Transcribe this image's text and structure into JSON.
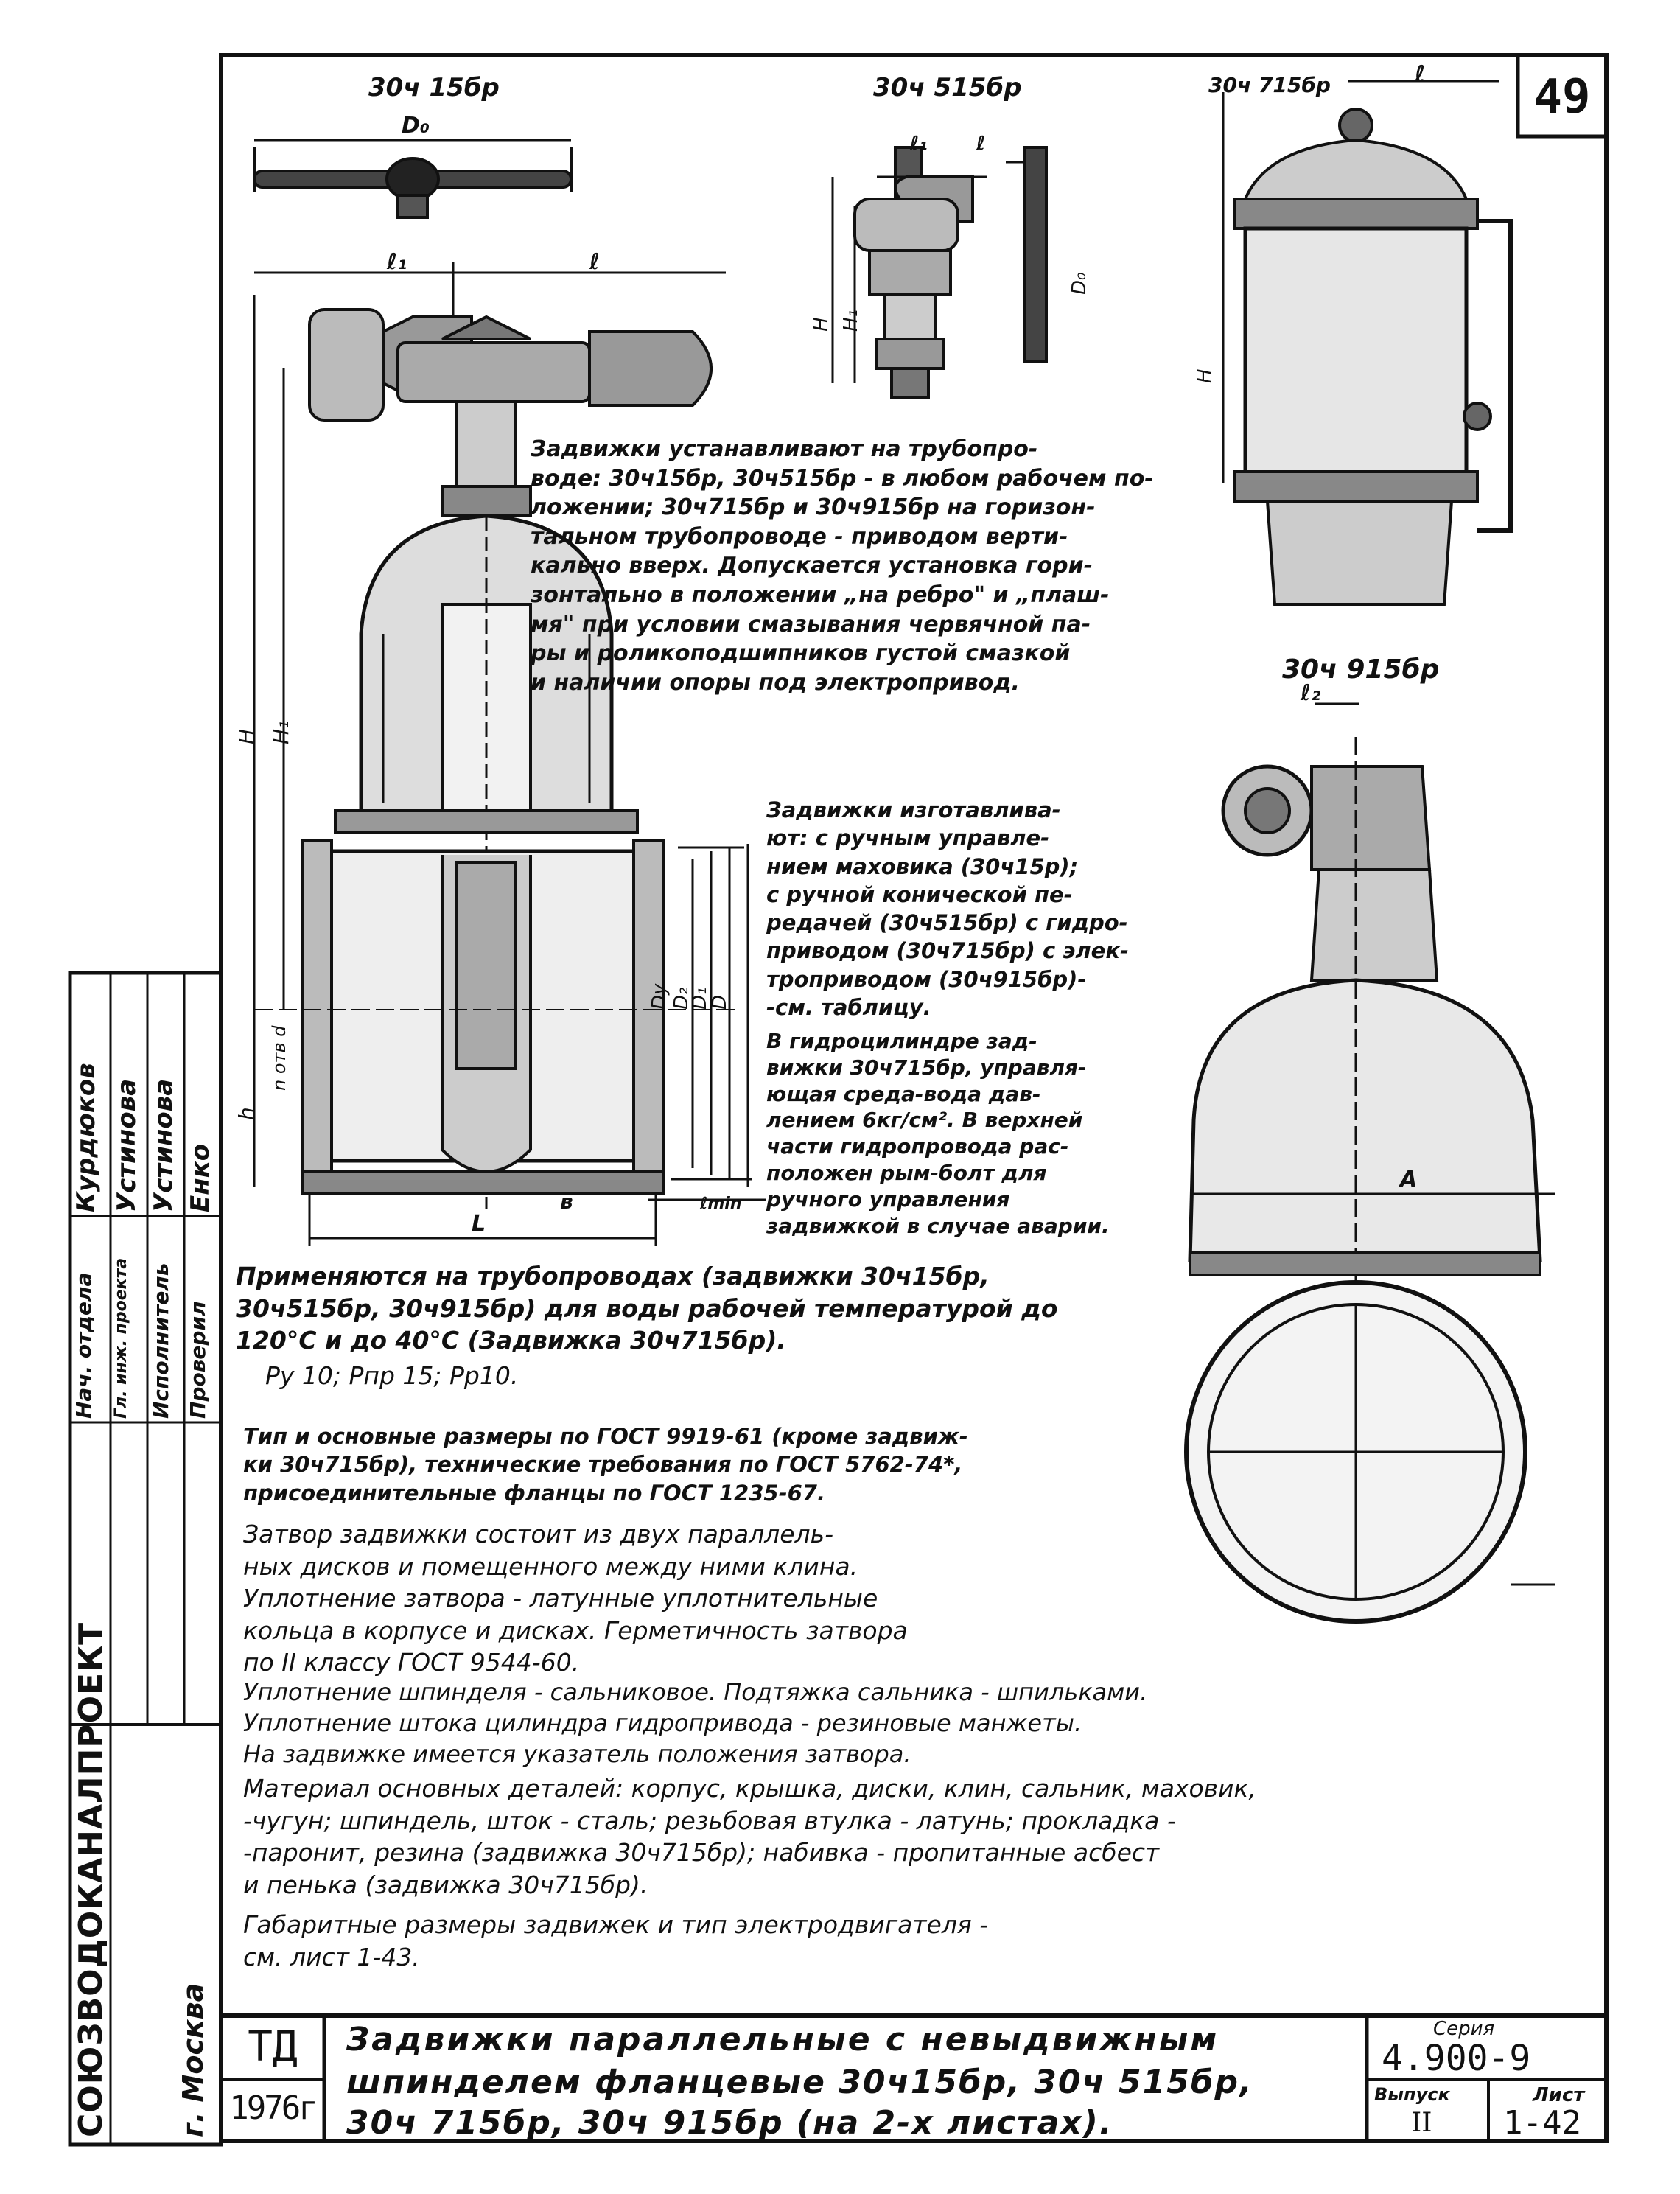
{
  "sheet_number": "49",
  "views": {
    "v1_title": "30ч 15бр",
    "v2_title": "30ч 515бр",
    "v3_title": "30ч 715бр",
    "v4_title": "30ч 915бр"
  },
  "dims": {
    "D0": "D₀",
    "l": "ℓ",
    "l1": "ℓ₁",
    "l2": "ℓ₂",
    "H": "H",
    "H1": "H₁",
    "h": "h",
    "L": "L",
    "b": "в",
    "lmin": "ℓmin",
    "A": "A",
    "Dy": "Dy",
    "D2": "D₂",
    "D1": "D₁",
    "D": "D",
    "n_holes": "n отв d"
  },
  "text": {
    "install": "Задвижки устанавливают на трубопро-\nводе: 30ч15бр, 30ч515бр - в любом рабочем по-\nложении; 30ч715бр и 30ч915бр на горизон-\nтальном трубопроводе - приводом верти-\nкально вверх. Допускается установка гори-\nзонтально в положении „на ребро\" и „плаш-\nмя\" при условии смазывания червячной па-\nры и роликоподшипников густой смазкой\nи наличии опоры под электропривод.",
    "manufacture": "Задвижки изготавлива-\nют: с ручным управле-\nнием маховика (30ч15р);\nс ручной конической пе-\nредачей (30ч515бр) с гидро-\nприводом (30ч715бр) с элек-\nтроприводом (30ч915бр)-\n-см. таблицу.",
    "hydro": "В гидроцилиндре зад-\nвижки 30ч715бр, управля-\nющая среда-вода дав-\nлением 6кг/см². В верхней\nчасти гидропровода рас-\nположен рым-болт для\nручного управления\nзадвижкой в случае аварии.",
    "apply": "Применяются на трубопроводах (задвижки 30ч15бр,\n30ч515бр, 30ч915бр) для воды рабочей температурой до\n120°С и до 40°С (Задвижка 30ч715бр).",
    "pressure": "Ру 10; Рпр 15; Рр10.",
    "gost": "Тип и основные размеры по ГОСТ 9919-61 (кроме задвиж-\nки 30ч715бр), технические требования по ГОСТ 5762-74*,\nприсоединительные фланцы по ГОСТ 1235-67.",
    "gate": "Затвор задвижки состоит из двух параллель-\nных дисков и помещенного между ними клина.\nУплотнение затвора - латунные уплотнительные\nкольца в корпусе и дисках. Герметичность затвора\nпо II классу ГОСТ 9544-60.",
    "seal": "Уплотнение шпинделя - сальниковое. Подтяжка сальника - шпильками.\nУплотнение штока цилиндра гидропривода - резиновые манжеты.\nНа задвижке имеется указатель положения затвора.",
    "material": "Материал основных деталей: корпус, крышка, диски, клин, сальник, маховик,\n-чугун; шпиндель, шток - сталь; резьбовая втулка - латунь; прокладка -\n-паронит, резина (задвижка 30ч715бр); набивка - пропитанные асбест\nи пенька (задвижка 30ч715бр).",
    "dims_ref": "Габаритные размеры задвижек и тип электродвигателя -\nсм. лист 1-43."
  },
  "side_stamp": {
    "roles": [
      "Нач. отдела",
      "Гл. инж. проекта",
      "Исполнитель",
      "Проверил"
    ],
    "names": [
      "Курдюков",
      "Устинова",
      "Устинова",
      "Енко"
    ],
    "org": "СОЮЗВОДОКАНАЛПРОЕКТ",
    "city": "г. Москва"
  },
  "title_block": {
    "td": "ТД",
    "year": "1976г",
    "title_line1": "Задвижки параллельные с невыдвижным",
    "title_line2": "шпинделем фланцевые 30ч15бр, 30ч 515бр,",
    "title_line3": "30ч 715бр, 30ч 915бр (на 2-х листах).",
    "series_label": "Серия",
    "series_value": "4.900-9",
    "issue_label": "Выпуск",
    "issue_value": "II",
    "sheet_label": "Лист",
    "sheet_value": "1-42"
  }
}
